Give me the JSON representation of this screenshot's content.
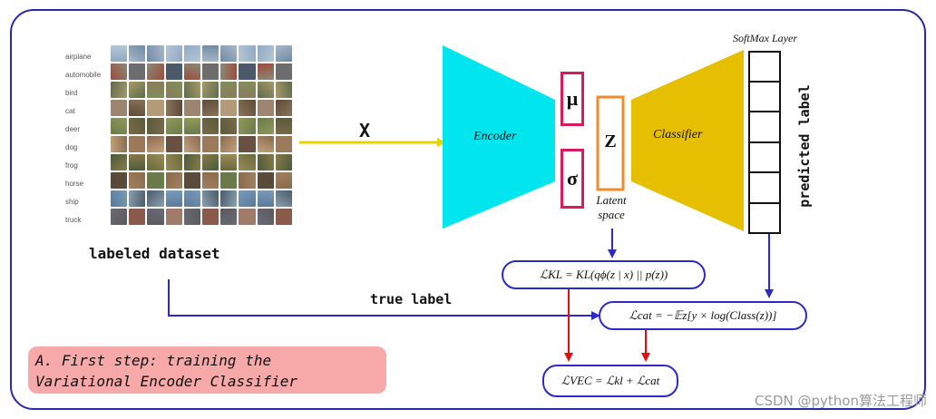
{
  "dataset": {
    "classes": [
      "airplane",
      "automobile",
      "bird",
      "cat",
      "deer",
      "dog",
      "frog",
      "horse",
      "ship",
      "truck"
    ],
    "caption": "labeled dataset"
  },
  "input_label": "X",
  "encoder_label": "Encoder",
  "mu_label": "μ",
  "sigma_label": "σ",
  "z_label": "Z",
  "latent_label": [
    "Latent",
    "space"
  ],
  "classifier_label": "Classifier",
  "softmax_label": "SoftMax Layer",
  "predicted_label": "predicted label",
  "true_label": "true label",
  "losses": {
    "kl": "ℒKL = KL(qϕ(z | x) || p(z))",
    "cat": "ℒcat = −𝔼z[y × log(Class(z))]",
    "vec": "ℒVEC = ℒkl + ℒcat"
  },
  "step_text": [
    "A. First step: training the",
    "Variational Encoder Classifier"
  ],
  "watermark": "CSDN @python算法工程师",
  "colors": {
    "encoder": "#00e5ee",
    "classifier": "#e6c000",
    "arrow_blue": "#2a2ac8",
    "arrow_red": "#e01010",
    "arrow_yellow": "#e8d200",
    "mu_sigma_border": "#d81b60",
    "z_border": "#f28c28",
    "step_bg": "#f7a8a8",
    "frame": "#2a2aa8"
  }
}
